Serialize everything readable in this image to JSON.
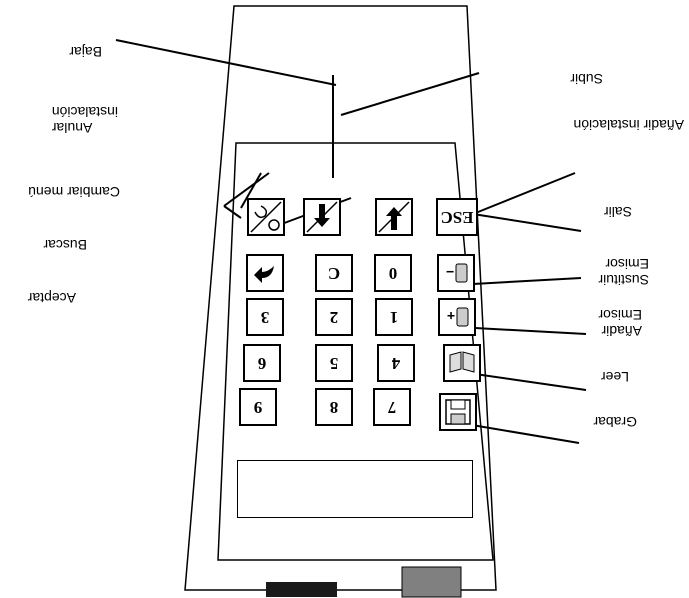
{
  "labels": {
    "bajar": "Bajar",
    "anular_instalacion": "Anular\ninstalación",
    "cambiar_menu": "Cambiar menú",
    "buscar": "Buscar",
    "aceptar": "Aceptar",
    "subir": "Subir",
    "anadir_instalacion": "Añadir instalación",
    "salir": "Salir",
    "sustituir_emisor": "Sustituir\nEmisor",
    "anadir_emisor": "Añadir\nEmisor",
    "leer": "Leer",
    "grabar": "Grabar"
  },
  "keys": {
    "esc": "ESC",
    "c": "C",
    "k0": "0",
    "k1": "1",
    "k2": "2",
    "k3": "3",
    "k4": "4",
    "k5": "5",
    "k6": "6",
    "k7": "7",
    "k8": "8",
    "k9": "9",
    "minus": "−",
    "plus": "+"
  },
  "colors": {
    "outline": "#000000",
    "connector_dark": "#1a1a1a",
    "connector_gray": "#808080",
    "key_bg": "#ffffff"
  },
  "icons": [
    "arrow-down-icon",
    "arrow-up-icon",
    "lock-icon",
    "magnifier-icon",
    "cycle-arrows-icon",
    "enter-arrow-icon",
    "remote-control-icon",
    "book-icon",
    "floppy-disk-icon"
  ]
}
